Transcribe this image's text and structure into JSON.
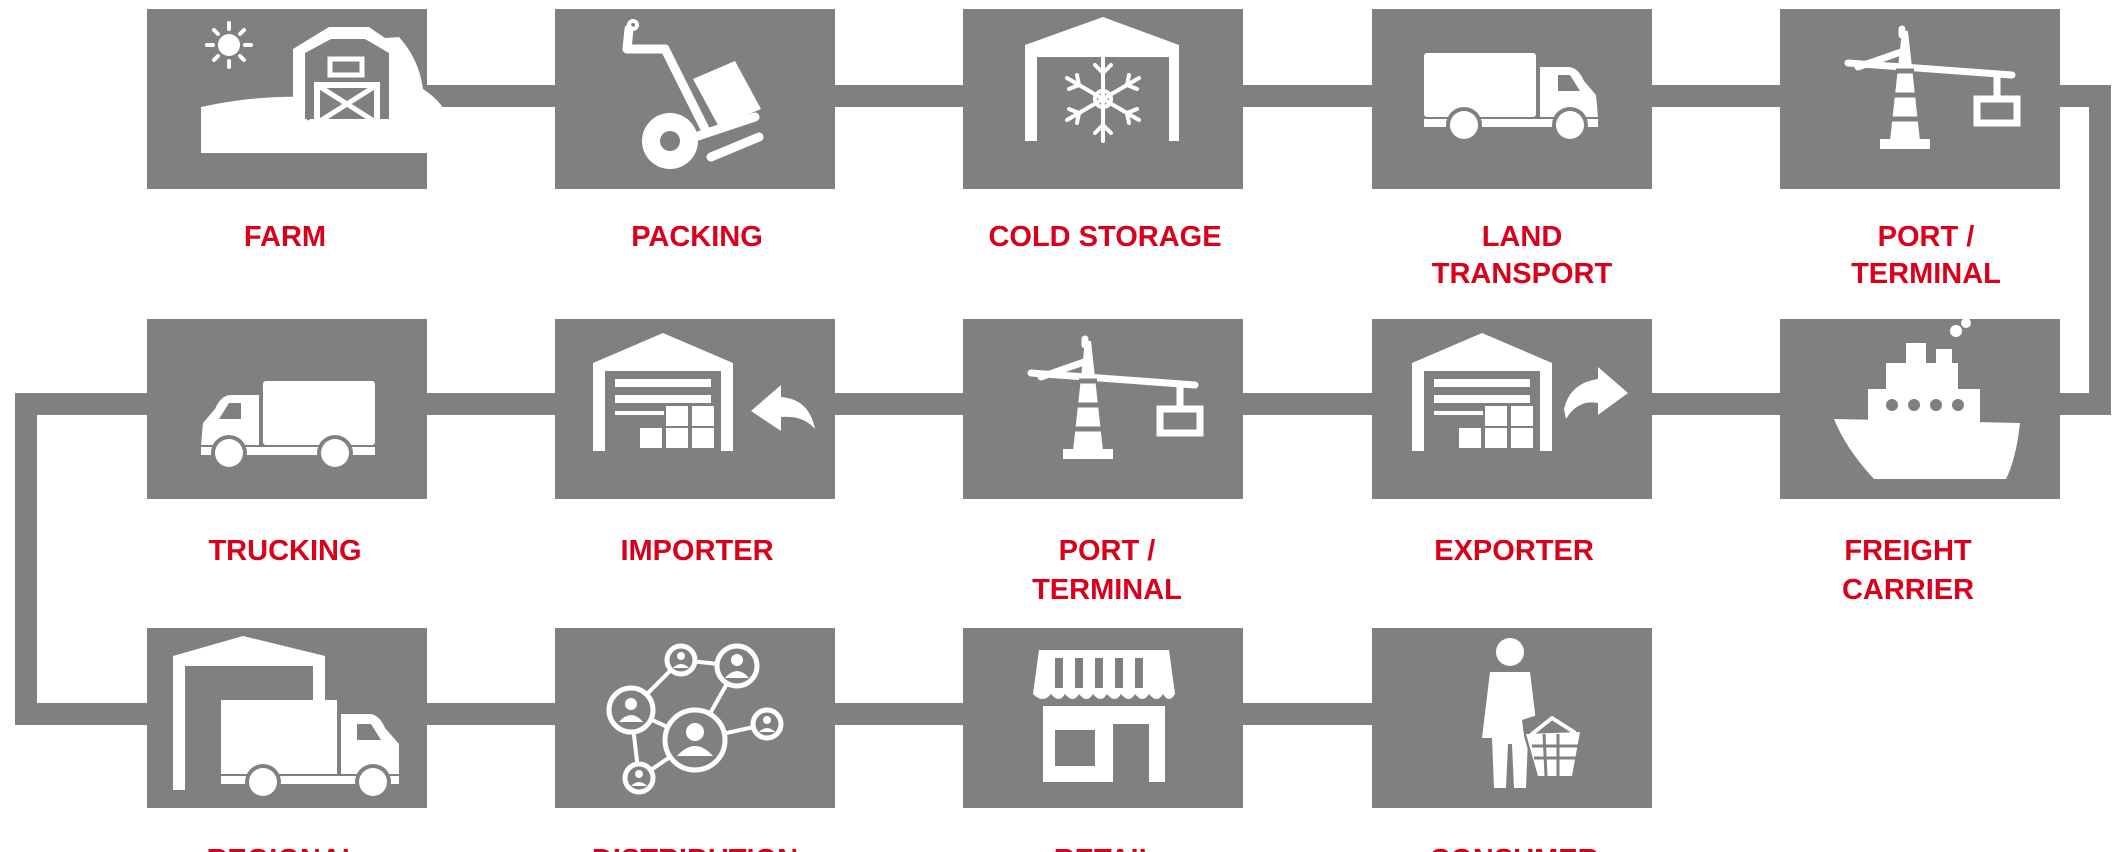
{
  "colors": {
    "box": "#808080",
    "connector": "#808080",
    "label": "#d9001b",
    "icon": "#ffffff"
  },
  "nodes": [
    {
      "id": "farm",
      "icon": "farm-barn-icon",
      "label_lines": [
        "FARM"
      ]
    },
    {
      "id": "packing",
      "icon": "hand-truck-icon",
      "label_lines": [
        "PACKING"
      ]
    },
    {
      "id": "cold-storage",
      "icon": "cold-storage-snowflake-icon",
      "label_lines": [
        "COLD STORAGE"
      ]
    },
    {
      "id": "land-transport",
      "icon": "truck-icon",
      "label_lines": [
        "LAND",
        "TRANSPORT"
      ]
    },
    {
      "id": "port-terminal-1",
      "icon": "crane-icon",
      "label_lines": [
        "PORT /",
        "TERMINAL"
      ]
    },
    {
      "id": "freight-carrier",
      "icon": "ship-icon",
      "label_lines": [
        "FREIGHT",
        "CARRIER"
      ]
    },
    {
      "id": "exporter",
      "icon": "warehouse-export-icon",
      "label_lines": [
        "EXPORTER"
      ]
    },
    {
      "id": "port-terminal-2",
      "icon": "crane-icon",
      "label_lines": [
        "PORT /",
        "TERMINAL"
      ]
    },
    {
      "id": "importer",
      "icon": "warehouse-import-icon",
      "label_lines": [
        "IMPORTER"
      ]
    },
    {
      "id": "trucking",
      "icon": "truck-left-icon",
      "label_lines": [
        "TRUCKING"
      ]
    },
    {
      "id": "regional",
      "icon": "warehouse-truck-icon",
      "label_lines": [
        "REGIONAL"
      ]
    },
    {
      "id": "distribution",
      "icon": "network-people-icon",
      "label_lines": [
        "DISTRIBUTION"
      ]
    },
    {
      "id": "retail",
      "icon": "storefront-icon",
      "label_lines": [
        "RETAIL"
      ]
    },
    {
      "id": "consumer",
      "icon": "shopper-basket-icon",
      "label_lines": [
        "CONSUMER"
      ]
    }
  ]
}
